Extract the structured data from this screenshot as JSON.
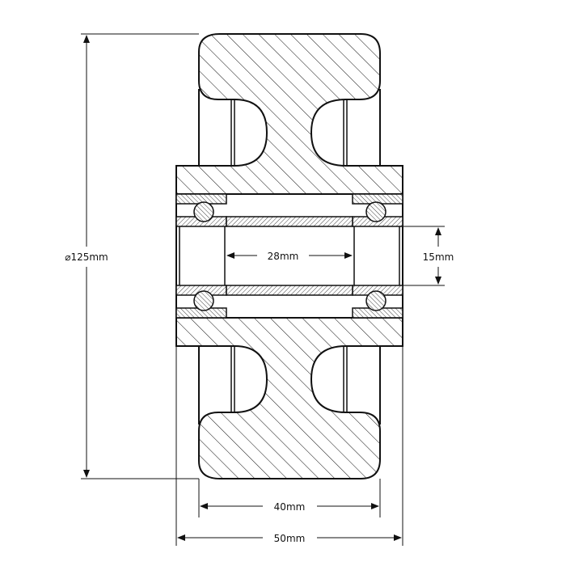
{
  "dimensions": {
    "diameter": "⌀125mm",
    "inner_length": "28mm",
    "bore": "15mm",
    "tread_width": "40mm",
    "hub_width": "50mm"
  },
  "colors": {
    "line": "#111111",
    "background": "#ffffff"
  }
}
